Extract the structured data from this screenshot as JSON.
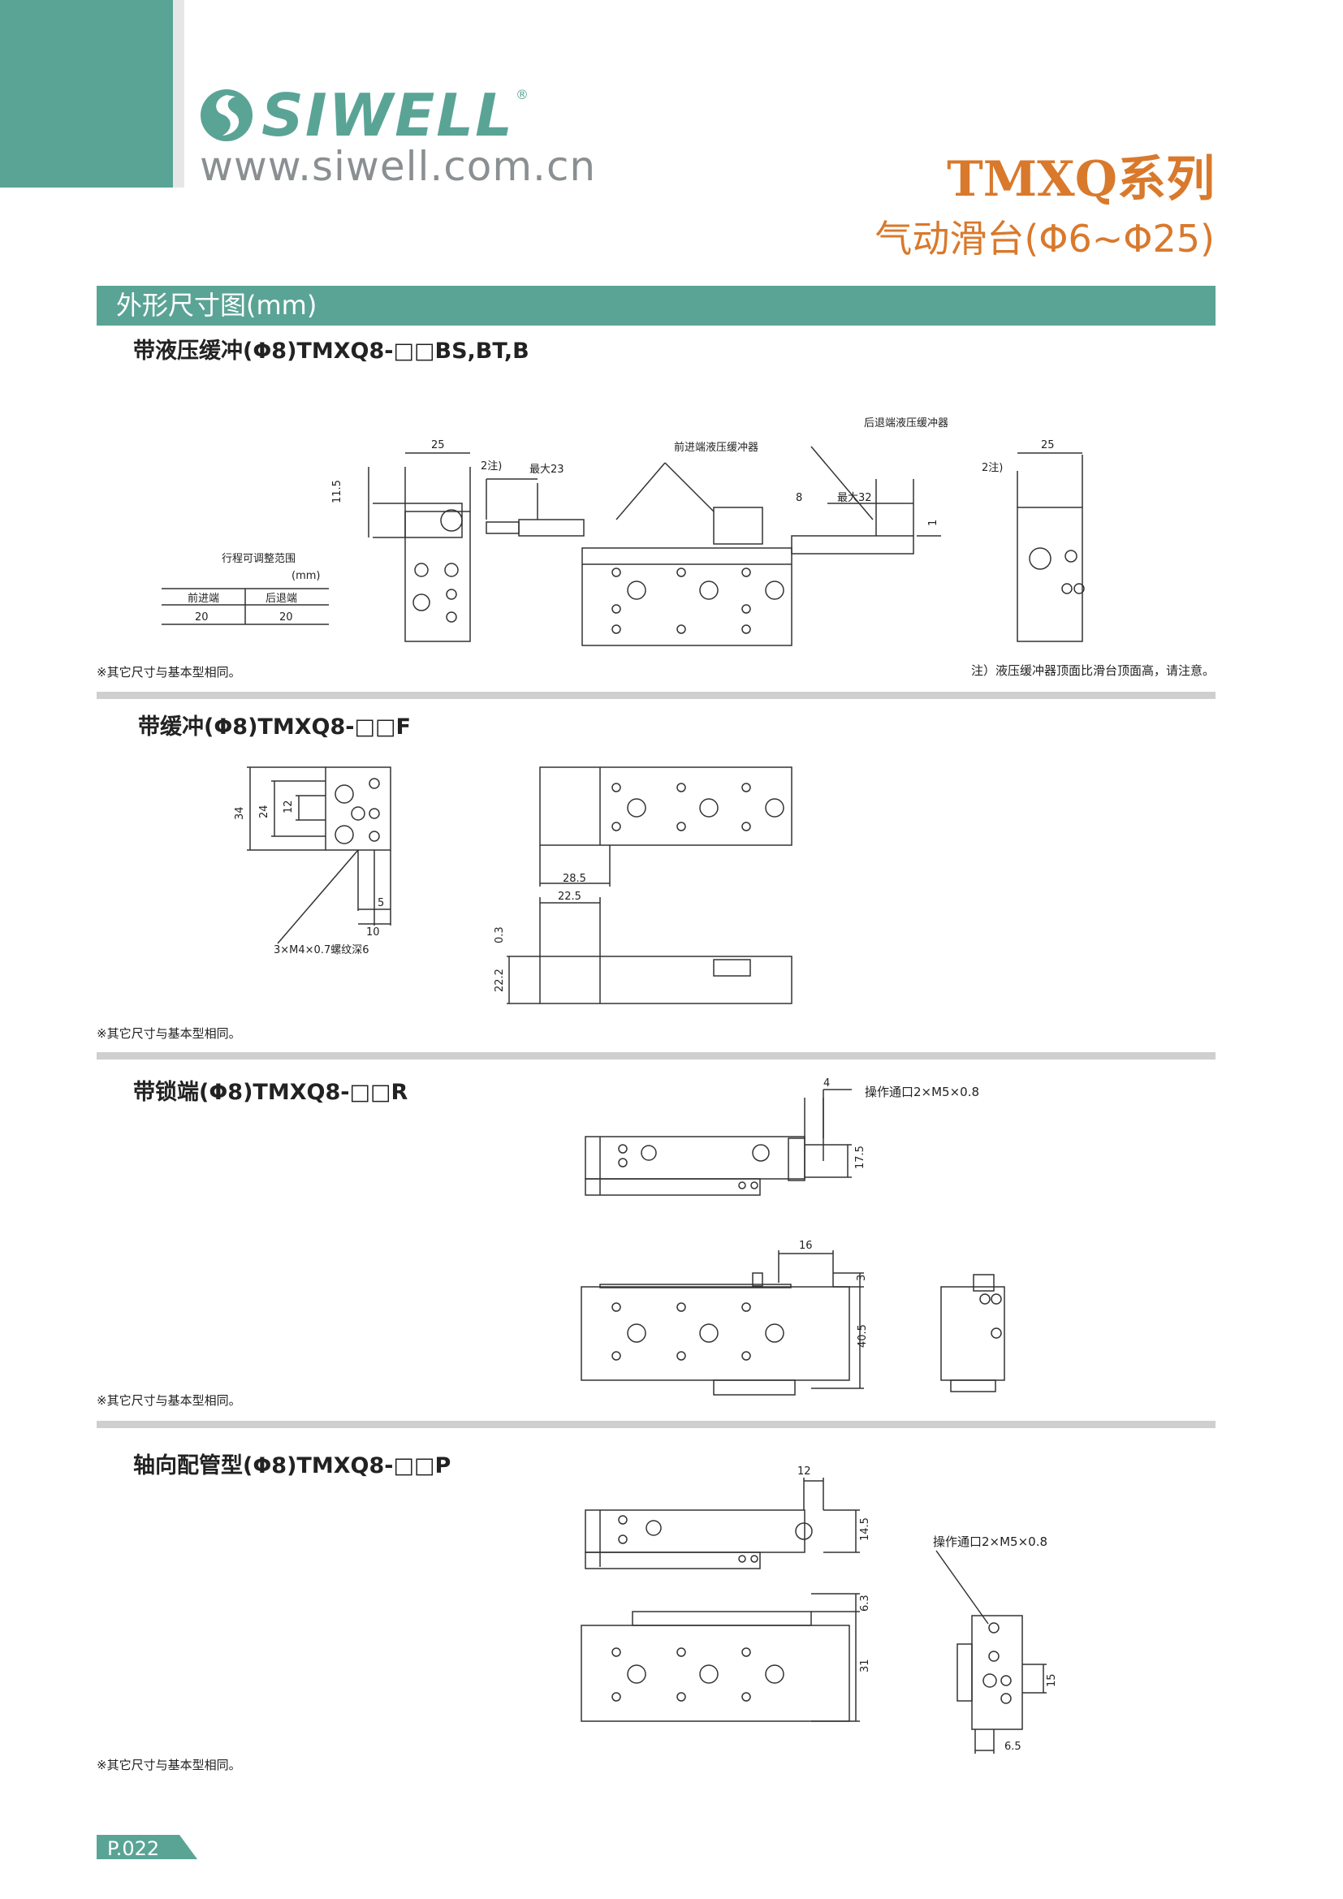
{
  "header": {
    "brand": "SIWELL",
    "reg_mark": "®",
    "website": "www.siwell.com.cn",
    "series_title": "TMXQ系列",
    "series_subtitle": "气动滑台(Φ6~Φ25)"
  },
  "section_title": "外形尺寸图(mm)",
  "sections": [
    {
      "heading": "带液压缓冲(Φ8)TMXQ8-□□BS,BT,B",
      "labels": {
        "front_buffer": "前进端液压缓冲器",
        "rear_buffer": "后退端液压缓冲器",
        "max23": "最大23",
        "max32": "最大32",
        "note2_left": "2注)",
        "note2_right": "2注)"
      },
      "dims": {
        "d25_left": "25",
        "d11_5": "11.5",
        "d8": "8",
        "d1": "1",
        "d25_right": "25"
      },
      "table": {
        "title": "行程可调整范围",
        "unit": "(mm)",
        "headers": [
          "前进端",
          "后退端"
        ],
        "row": [
          "20",
          "20"
        ]
      },
      "note_left": "※其它尺寸与基本型相同。",
      "note_right": "注）液压缓冲器顶面比滑台顶面高，请注意。"
    },
    {
      "heading": "带缓冲(Φ8)TMXQ8-□□F",
      "dims": {
        "d34": "34",
        "d24": "24",
        "d12": "12",
        "d5": "5",
        "d10": "10",
        "d28_5": "28.5",
        "d22_5": "22.5",
        "d0_3": "0.3",
        "d22_2": "22.2"
      },
      "thread_label": "3×M4×0.7螺纹深6",
      "note": "※其它尺寸与基本型相同。"
    },
    {
      "heading": "带锁端(Φ8)TMXQ8-□□R",
      "port_label": "操作通口2×M5×0.8",
      "dims": {
        "d4": "4",
        "d17_5": "17.5",
        "d16": "16",
        "d3": "3",
        "d40_5": "40.5"
      },
      "note": "※其它尺寸与基本型相同。"
    },
    {
      "heading": "轴向配管型(Φ8)TMXQ8-□□P",
      "port_label": "操作通口2×M5×0.8",
      "dims": {
        "d12": "12",
        "d14_5": "14.5",
        "d6_3": "6.3",
        "d31": "31",
        "d15": "15",
        "d6_5": "6.5"
      },
      "note": "※其它尺寸与基本型相同。"
    }
  ],
  "footer": {
    "page": "P.022"
  },
  "colors": {
    "teal": "#5aa496",
    "orange": "#d9792c",
    "gray": "#cfcfcf"
  }
}
